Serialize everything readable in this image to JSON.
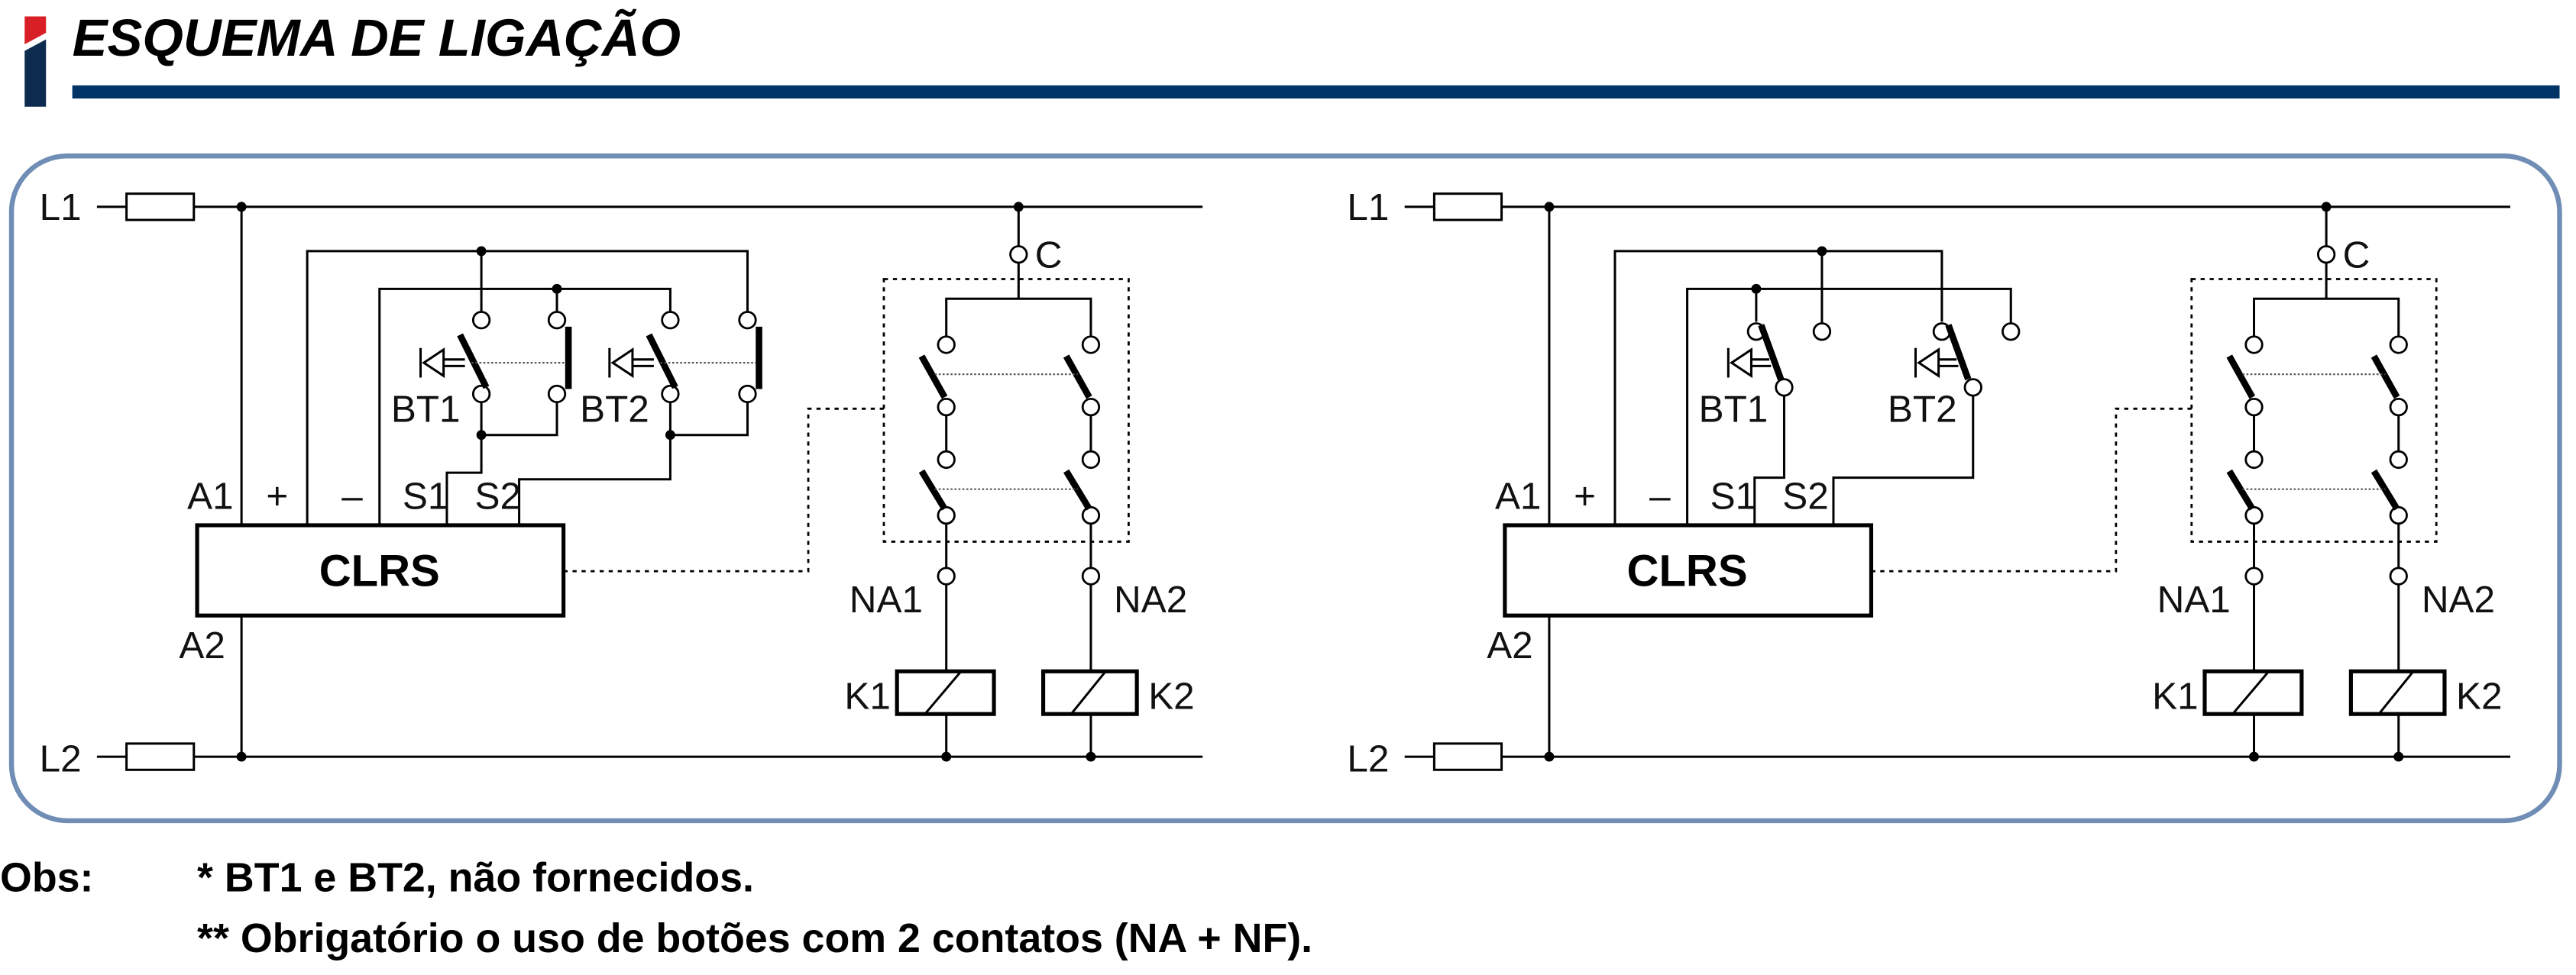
{
  "header": {
    "title": "ESQUEMA DE LIGAÇÃO",
    "accent_top_color": "#d91f26",
    "accent_bottom_color": "#0d2b4e",
    "rule_color": "#003466",
    "icon": "section-marker-icon"
  },
  "frame": {
    "border_color": "#6f8db5"
  },
  "diagrams": [
    {
      "id": "left",
      "variant": "buttons-with-NA-and-NF-contacts",
      "labels": {
        "L1": "L1",
        "L2": "L2",
        "A1": "A1",
        "A2": "A2",
        "plus": "+",
        "minus": "–",
        "S1": "S1",
        "S2": "S2",
        "device": "CLRS",
        "BT1": "BT1",
        "BT2": "BT2",
        "C": "C",
        "NA1": "NA1",
        "NA2": "NA2",
        "K1": "K1",
        "K2": "K2"
      }
    },
    {
      "id": "right",
      "variant": "buttons-with-changeover-contacts",
      "labels": {
        "L1": "L1",
        "L2": "L2",
        "A1": "A1",
        "A2": "A2",
        "plus": "+",
        "minus": "–",
        "S1": "S1",
        "S2": "S2",
        "device": "CLRS",
        "BT1": "BT1",
        "BT2": "BT2",
        "C": "C",
        "NA1": "NA1",
        "NA2": "NA2",
        "K1": "K1",
        "K2": "K2"
      }
    }
  ],
  "notes": {
    "label": "Obs:",
    "lines": [
      "* BT1 e BT2, não fornecidos.",
      "** Obrigatório o uso de botões com 2 contatos (NA + NF)."
    ]
  }
}
